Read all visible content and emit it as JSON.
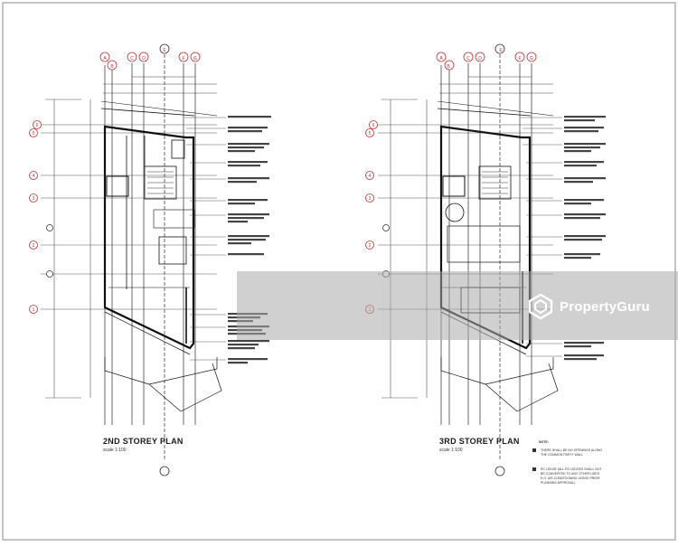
{
  "plans": [
    {
      "id": "left",
      "title": "2ND STOREY PLAN",
      "scale": "scale 1:100"
    },
    {
      "id": "right",
      "title": "3RD STOREY PLAN",
      "scale": "scale 1:100"
    }
  ],
  "grid_top_labels": [
    "A",
    "B",
    "C",
    "D",
    "E",
    "F",
    "G"
  ],
  "grid_side_labels": [
    "6",
    "5",
    "4",
    "3",
    "2",
    "1"
  ],
  "notes": {
    "heading": "NOTE:",
    "items": [
      "THERE SHALL BE NO OPENINGS ALONG THE COMMON PARTY WALL",
      "RC LEDGE (ALL RC LEDGES SHALL NOT BE CONVERTED TO ANY OTHER USES E.G. AIR-CONDITIONING LEDGE PRIOR PLANNING APPROVAL)"
    ]
  },
  "watermark": {
    "brand": "PropertyGuru",
    "icon": "propertyguru-logo-icon"
  }
}
